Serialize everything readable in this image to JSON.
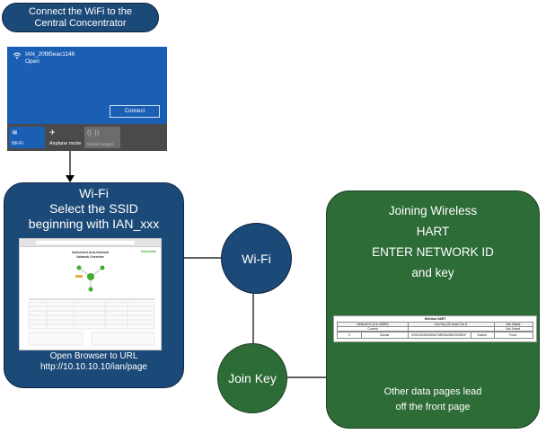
{
  "banner": {
    "text": "Connect the WiFi to the Central Concentrator"
  },
  "wifi_panel": {
    "ssid": "IAN_20f85eac1148",
    "status": "Open",
    "connect_label": "Connect",
    "tiles": [
      {
        "label": "Wi-Fi",
        "icon": "wifi-icon"
      },
      {
        "label": "Airplane mode",
        "icon": "airplane-icon"
      },
      {
        "label": "Mobile hotspot",
        "icon": "hotspot-icon"
      }
    ]
  },
  "blue_box": {
    "title_line1": "Wi-Fi",
    "title_line2": "Select the SSID",
    "title_line3": "beginning with IAN_xxx",
    "footer_line1": "Open Browser to URL",
    "footer_line2": "http://10.10.10.10/ian/page"
  },
  "browser_mock": {
    "heading1": "Instrument Area Network",
    "heading2": "Network Overview",
    "logo": "Schneider"
  },
  "green_box": {
    "line1": "Joining Wireless",
    "line2": "HART",
    "line3": "ENTER NETWORK ID",
    "line4": "and key",
    "footer_line1": "Other data pages lead",
    "footer_line2": "off the front page"
  },
  "hart_table": {
    "title": "Wireless HART",
    "col1": "Network ID (0 to 36863)",
    "col2": "Join Key (32 chars 0 to f)",
    "col3": "Join Status",
    "sub1": "Current",
    "sub3": "Not Joined",
    "net_id": "0",
    "submit": "Submit",
    "key": "000102030405060708090A0B0C0D0E0F",
    "key_submit": "Submit",
    "force_label": "Force"
  },
  "nodes": {
    "wifi": "Wi-Fi",
    "join_key": "Join Key"
  },
  "colors": {
    "blue_fill": "#1c4a78",
    "green_fill": "#2d6b37",
    "windows_blue": "#1a5fb4"
  }
}
